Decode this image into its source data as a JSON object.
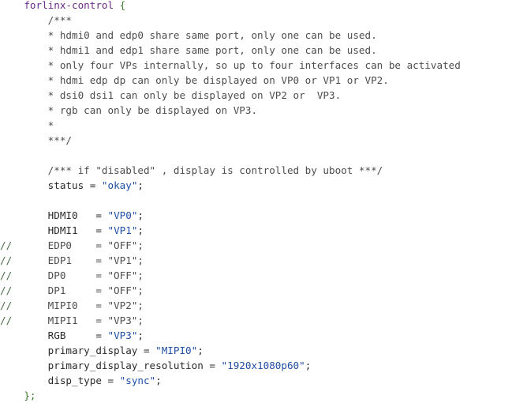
{
  "editor": {
    "lines": [
      {
        "gutter": "",
        "segments": [
          {
            "text": "    ",
            "c": "plain"
          },
          {
            "text": "forlinx-control",
            "c": "purple"
          },
          {
            "text": " {",
            "c": "green"
          }
        ]
      },
      {
        "gutter": "",
        "segments": [
          {
            "text": "        /***",
            "c": "comment"
          }
        ]
      },
      {
        "gutter": "",
        "segments": [
          {
            "text": "        * hdmi0 and edp0 share same port, only one can be used.",
            "c": "comment"
          }
        ]
      },
      {
        "gutter": "",
        "segments": [
          {
            "text": "        * hdmi1 and edp1 share same port, only one can be used.",
            "c": "comment"
          }
        ]
      },
      {
        "gutter": "",
        "segments": [
          {
            "text": "        * only four VPs internally, so up to four interfaces can be activated",
            "c": "comment"
          }
        ]
      },
      {
        "gutter": "",
        "segments": [
          {
            "text": "        * hdmi edp dp can only be displayed on VP0 or VP1 or VP2.",
            "c": "comment"
          }
        ]
      },
      {
        "gutter": "",
        "segments": [
          {
            "text": "        * dsi0 dsi1 can only be displayed on VP2 or  VP3.",
            "c": "comment"
          }
        ]
      },
      {
        "gutter": "",
        "segments": [
          {
            "text": "        * rgb can only be displayed on VP3.",
            "c": "comment"
          }
        ]
      },
      {
        "gutter": "",
        "segments": [
          {
            "text": "        *",
            "c": "comment"
          }
        ]
      },
      {
        "gutter": "",
        "segments": [
          {
            "text": "        ***/",
            "c": "comment"
          }
        ]
      },
      {
        "gutter": "",
        "segments": [
          {
            "text": "",
            "c": "plain"
          }
        ]
      },
      {
        "gutter": "",
        "segments": [
          {
            "text": "        /*** if \"disabled\" , display is controlled by uboot ***/",
            "c": "comment"
          }
        ]
      },
      {
        "gutter": "",
        "segments": [
          {
            "text": "        status = ",
            "c": "plain"
          },
          {
            "text": "\"okay\"",
            "c": "blue"
          },
          {
            "text": ";",
            "c": "plain"
          }
        ]
      },
      {
        "gutter": "",
        "segments": [
          {
            "text": "",
            "c": "plain"
          }
        ]
      },
      {
        "gutter": "",
        "segments": [
          {
            "text": "        HDMI0   = ",
            "c": "plain"
          },
          {
            "text": "\"VP0\"",
            "c": "blue"
          },
          {
            "text": ";",
            "c": "plain"
          }
        ]
      },
      {
        "gutter": "",
        "segments": [
          {
            "text": "        HDMI1   = ",
            "c": "plain"
          },
          {
            "text": "\"VP1\"",
            "c": "blue"
          },
          {
            "text": ";",
            "c": "plain"
          }
        ]
      },
      {
        "gutter": "//",
        "segments": [
          {
            "text": "        EDP0    = \"OFF\";",
            "c": "comment"
          }
        ]
      },
      {
        "gutter": "//",
        "segments": [
          {
            "text": "        EDP1    = \"VP1\";",
            "c": "comment"
          }
        ]
      },
      {
        "gutter": "//",
        "segments": [
          {
            "text": "        DP0     = \"OFF\";",
            "c": "comment"
          }
        ]
      },
      {
        "gutter": "//",
        "segments": [
          {
            "text": "        DP1     = \"OFF\";",
            "c": "comment"
          }
        ]
      },
      {
        "gutter": "//",
        "segments": [
          {
            "text": "        MIPI0   = \"VP2\";",
            "c": "comment"
          }
        ]
      },
      {
        "gutter": "//",
        "segments": [
          {
            "text": "        MIPI1   = \"VP3\";",
            "c": "comment"
          }
        ]
      },
      {
        "gutter": "",
        "segments": [
          {
            "text": "        RGB     = ",
            "c": "plain"
          },
          {
            "text": "\"VP3\"",
            "c": "blue"
          },
          {
            "text": ";",
            "c": "plain"
          }
        ]
      },
      {
        "gutter": "",
        "segments": [
          {
            "text": "        primary_display = ",
            "c": "plain"
          },
          {
            "text": "\"MIPI0\"",
            "c": "blue"
          },
          {
            "text": ";",
            "c": "plain"
          }
        ]
      },
      {
        "gutter": "",
        "segments": [
          {
            "text": "        primary_display_resolution = ",
            "c": "plain"
          },
          {
            "text": "\"1920x1080p60\"",
            "c": "blue"
          },
          {
            "text": ";",
            "c": "plain"
          }
        ]
      },
      {
        "gutter": "",
        "segments": [
          {
            "text": "        disp_type = ",
            "c": "plain"
          },
          {
            "text": "\"sync\"",
            "c": "blue"
          },
          {
            "text": ";",
            "c": "plain"
          }
        ]
      },
      {
        "gutter": "",
        "segments": [
          {
            "text": "    ",
            "c": "plain"
          },
          {
            "text": "};",
            "c": "green"
          }
        ]
      }
    ]
  }
}
